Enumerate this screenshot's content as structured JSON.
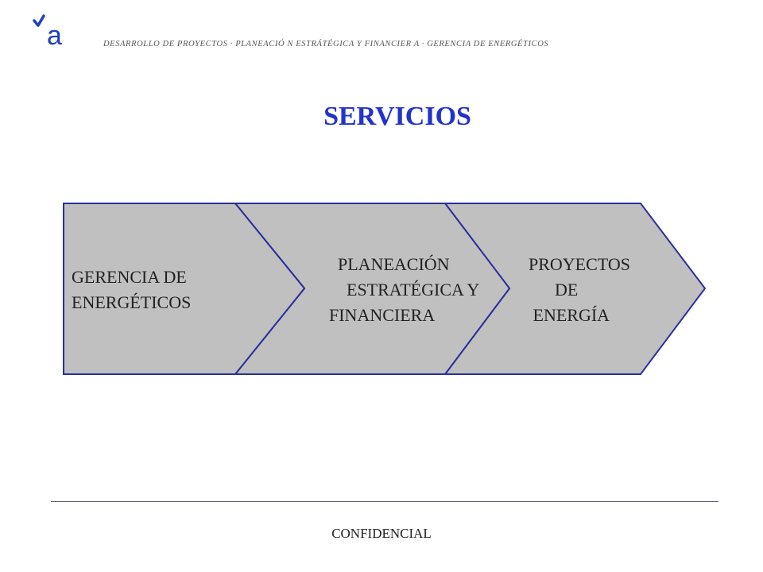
{
  "header": {
    "logo_icon": "checkmark-a-logo",
    "tagline": "DESARROLLO  DE  PROYECTOS   ·   PLANEACIÓ N  ESTRÁTÉGICA  Y  FINANCIER A   ·   GERENCIA  DE  ENERGÉTICOS"
  },
  "title": "SERVICIOS",
  "chevrons": [
    {
      "label": "GERENCIA DE\nENERGÉTICOS"
    },
    {
      "label": "  PLANEACIÓN\n    ESTRATÉGICA Y\nFINANCIERA"
    },
    {
      "label": "PROYECTOS\n      DE\n ENERGÍA"
    }
  ],
  "footer": "CONFIDENCIAL",
  "colors": {
    "accent": "#2233cc",
    "chevron_fill": "#c0c0c0",
    "chevron_stroke": "#2b2f9a"
  }
}
